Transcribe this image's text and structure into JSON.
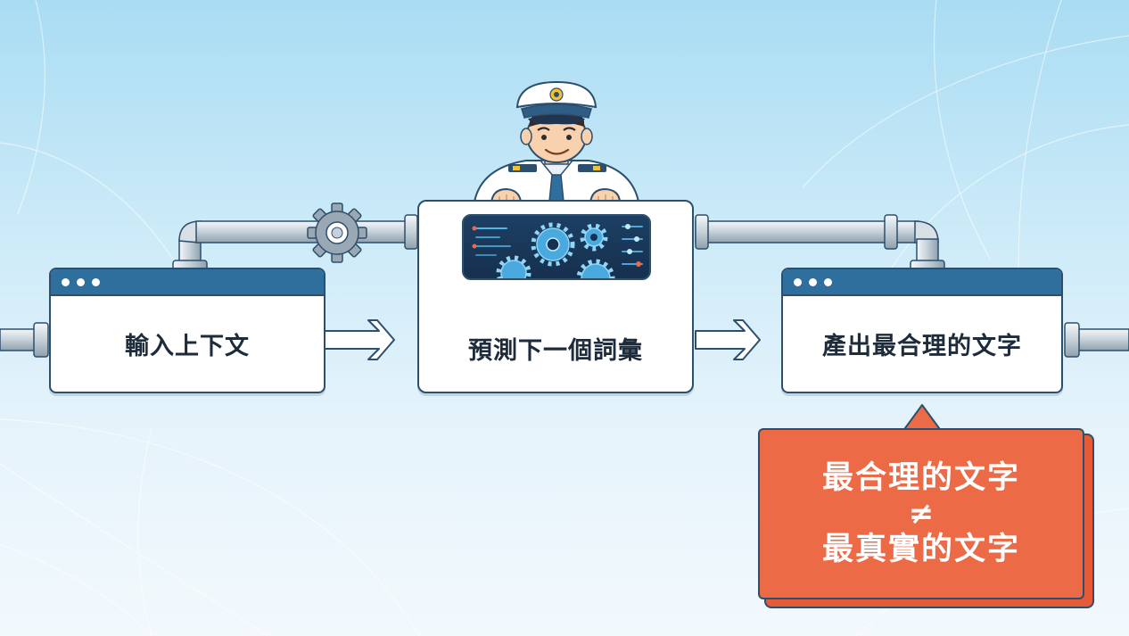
{
  "steps": [
    {
      "label": "輸入上下文"
    },
    {
      "label": "預測下一個詞彙"
    },
    {
      "label": "產出最合理的文字"
    }
  ],
  "callout": {
    "line1": "最合理的文字",
    "operator": "≠",
    "line2": "最真實的文字"
  },
  "colors": {
    "window_bar": "#2f6f9e",
    "outline": "#2c4f6e",
    "callout": "#ec6a45",
    "pipe": "#c9d3da",
    "screen": "#1d3f63",
    "gear_glow": "#5cc2f2"
  },
  "icons": [
    "gear-icon",
    "arrow-right-icon",
    "captain-character",
    "window-dots-icon"
  ]
}
